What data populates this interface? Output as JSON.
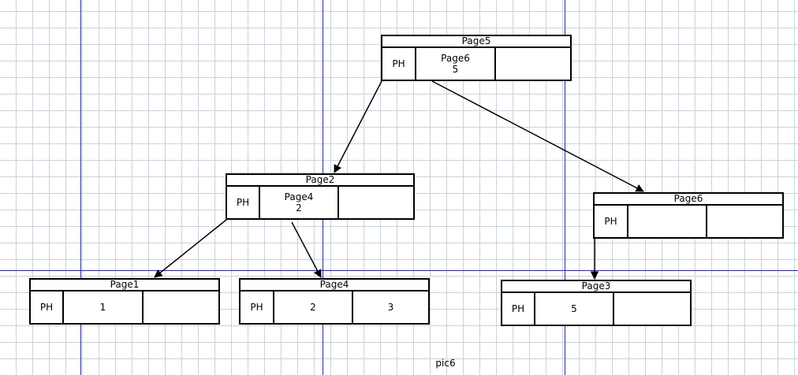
{
  "nodes": [
    {
      "id": "page5",
      "title": "Page5",
      "cells": [
        {
          "label": "PH"
        },
        {
          "label": "Page6",
          "key": "5"
        },
        {
          "label": ""
        }
      ]
    },
    {
      "id": "page2",
      "title": "Page2",
      "cells": [
        {
          "label": "PH"
        },
        {
          "label": "Page4",
          "key": "2"
        },
        {
          "label": ""
        }
      ]
    },
    {
      "id": "page6",
      "title": "Page6",
      "cells": [
        {
          "label": "PH"
        },
        {
          "label": ""
        },
        {
          "label": ""
        }
      ]
    },
    {
      "id": "page1",
      "title": "Page1",
      "cells": [
        {
          "label": "PH"
        },
        {
          "label": "1"
        },
        {
          "label": ""
        }
      ]
    },
    {
      "id": "page4",
      "title": "Page4",
      "cells": [
        {
          "label": "PH"
        },
        {
          "label": "2"
        },
        {
          "label": "3"
        }
      ]
    },
    {
      "id": "page3",
      "title": "Page3",
      "cells": [
        {
          "label": "PH"
        },
        {
          "label": "5"
        },
        {
          "label": ""
        }
      ]
    }
  ],
  "edges": [
    {
      "from": "page5",
      "to": "page2"
    },
    {
      "from": "page5",
      "to": "page6"
    },
    {
      "from": "page2",
      "to": "page1"
    },
    {
      "from": "page2",
      "to": "page4"
    },
    {
      "from": "page6",
      "to": "page3"
    }
  ],
  "caption": "pic6",
  "colors": {
    "grid": "#c9d3dc",
    "guide": "#2b2d8f",
    "line": "#000000"
  }
}
